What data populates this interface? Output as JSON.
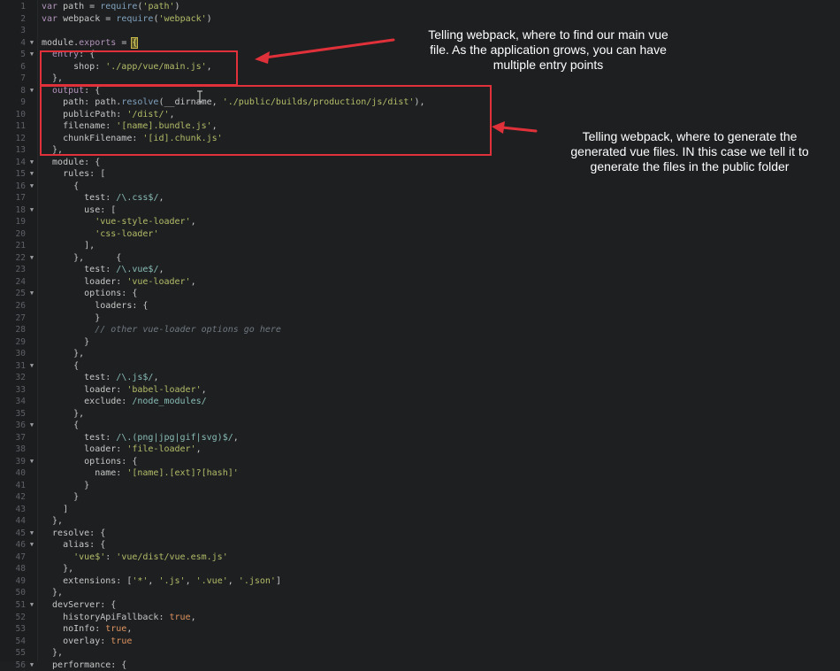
{
  "colors": {
    "background": "#1d1f21",
    "highlight_box": "#e0313a",
    "annotation_text": "#ffffff"
  },
  "annotations": [
    {
      "id": "entry",
      "lines": [
        "Telling webpack, where to find our main vue",
        "file. As the application grows, you can have",
        "multiple entry points"
      ]
    },
    {
      "id": "output",
      "lines": [
        "Telling webpack, where to generate the",
        "generated vue files. IN this case we tell it to",
        "generate the files in the public folder"
      ]
    }
  ],
  "code_lines": [
    {
      "n": "1",
      "fold": "",
      "tokens": [
        [
          "kw",
          "var"
        ],
        [
          "pun",
          " path = "
        ],
        [
          "fn",
          "require"
        ],
        [
          "pun",
          "("
        ],
        [
          "str",
          "'path'"
        ],
        [
          "pun",
          ")"
        ]
      ]
    },
    {
      "n": "2",
      "fold": "",
      "tokens": [
        [
          "kw",
          "var"
        ],
        [
          "pun",
          " webpack = "
        ],
        [
          "fn",
          "require"
        ],
        [
          "pun",
          "("
        ],
        [
          "str",
          "'webpack'"
        ],
        [
          "pun",
          ")"
        ]
      ]
    },
    {
      "n": "3",
      "fold": "",
      "tokens": []
    },
    {
      "n": "4",
      "fold": "▼",
      "tokens": [
        [
          "prop",
          "module"
        ],
        [
          "pun",
          "."
        ],
        [
          "kw",
          "exports"
        ],
        [
          "pun",
          " = "
        ],
        [
          "hl",
          "{"
        ]
      ]
    },
    {
      "n": "5",
      "fold": "▼",
      "tokens": [
        [
          "pun",
          "  "
        ],
        [
          "kw",
          "entry"
        ],
        [
          "pun",
          ": {"
        ]
      ]
    },
    {
      "n": "6",
      "fold": "",
      "tokens": [
        [
          "pun",
          "      shop: "
        ],
        [
          "str",
          "'./app/vue/main.js'"
        ],
        [
          "pun",
          ","
        ]
      ]
    },
    {
      "n": "7",
      "fold": "",
      "tokens": [
        [
          "pun",
          "  },"
        ]
      ]
    },
    {
      "n": "8",
      "fold": "▼",
      "tokens": [
        [
          "pun",
          "  "
        ],
        [
          "kw",
          "output"
        ],
        [
          "pun",
          ": {"
        ]
      ]
    },
    {
      "n": "9",
      "fold": "",
      "tokens": [
        [
          "pun",
          "    path: path."
        ],
        [
          "fn",
          "resolve"
        ],
        [
          "pun",
          "(__dirname, "
        ],
        [
          "str",
          "'./public/builds/production/js/dist'"
        ],
        [
          "pun",
          "),"
        ]
      ]
    },
    {
      "n": "10",
      "fold": "",
      "tokens": [
        [
          "pun",
          "    publicPath: "
        ],
        [
          "str",
          "'/dist/'"
        ],
        [
          "pun",
          ","
        ]
      ]
    },
    {
      "n": "11",
      "fold": "",
      "tokens": [
        [
          "pun",
          "    filename: "
        ],
        [
          "str",
          "'[name].bundle.js'"
        ],
        [
          "pun",
          ","
        ]
      ]
    },
    {
      "n": "12",
      "fold": "",
      "tokens": [
        [
          "pun",
          "    chunkFilename: "
        ],
        [
          "str",
          "'[id].chunk.js'"
        ]
      ]
    },
    {
      "n": "13",
      "fold": "",
      "tokens": [
        [
          "pun",
          "  },"
        ]
      ]
    },
    {
      "n": "14",
      "fold": "▼",
      "tokens": [
        [
          "pun",
          "  module: {"
        ]
      ]
    },
    {
      "n": "15",
      "fold": "▼",
      "tokens": [
        [
          "pun",
          "    rules: ["
        ]
      ]
    },
    {
      "n": "16",
      "fold": "▼",
      "tokens": [
        [
          "pun",
          "      {"
        ]
      ]
    },
    {
      "n": "17",
      "fold": "",
      "tokens": [
        [
          "pun",
          "        test: "
        ],
        [
          "rx",
          "/\\.css$/"
        ],
        [
          "pun",
          ","
        ]
      ]
    },
    {
      "n": "18",
      "fold": "▼",
      "tokens": [
        [
          "pun",
          "        use: ["
        ]
      ]
    },
    {
      "n": "19",
      "fold": "",
      "tokens": [
        [
          "pun",
          "          "
        ],
        [
          "str",
          "'vue-style-loader'"
        ],
        [
          "pun",
          ","
        ]
      ]
    },
    {
      "n": "20",
      "fold": "",
      "tokens": [
        [
          "pun",
          "          "
        ],
        [
          "str",
          "'css-loader'"
        ]
      ]
    },
    {
      "n": "21",
      "fold": "",
      "tokens": [
        [
          "pun",
          "        ],"
        ]
      ]
    },
    {
      "n": "22",
      "fold": "▼",
      "tokens": [
        [
          "pun",
          "      },      {"
        ]
      ]
    },
    {
      "n": "23",
      "fold": "",
      "tokens": [
        [
          "pun",
          "        test: "
        ],
        [
          "rx",
          "/\\.vue$/"
        ],
        [
          "pun",
          ","
        ]
      ]
    },
    {
      "n": "24",
      "fold": "",
      "tokens": [
        [
          "pun",
          "        loader: "
        ],
        [
          "str",
          "'vue-loader'"
        ],
        [
          "pun",
          ","
        ]
      ]
    },
    {
      "n": "25",
      "fold": "▼",
      "tokens": [
        [
          "pun",
          "        options: {"
        ]
      ]
    },
    {
      "n": "26",
      "fold": "",
      "tokens": [
        [
          "pun",
          "          loaders: {"
        ]
      ]
    },
    {
      "n": "27",
      "fold": "",
      "tokens": [
        [
          "pun",
          "          }"
        ]
      ]
    },
    {
      "n": "28",
      "fold": "",
      "tokens": [
        [
          "cm",
          "          // other vue-loader options go here"
        ]
      ]
    },
    {
      "n": "29",
      "fold": "",
      "tokens": [
        [
          "pun",
          "        }"
        ]
      ]
    },
    {
      "n": "30",
      "fold": "",
      "tokens": [
        [
          "pun",
          "      },"
        ]
      ]
    },
    {
      "n": "31",
      "fold": "▼",
      "tokens": [
        [
          "pun",
          "      {"
        ]
      ]
    },
    {
      "n": "32",
      "fold": "",
      "tokens": [
        [
          "pun",
          "        test: "
        ],
        [
          "rx",
          "/\\.js$/"
        ],
        [
          "pun",
          ","
        ]
      ]
    },
    {
      "n": "33",
      "fold": "",
      "tokens": [
        [
          "pun",
          "        loader: "
        ],
        [
          "str",
          "'babel-loader'"
        ],
        [
          "pun",
          ","
        ]
      ]
    },
    {
      "n": "34",
      "fold": "",
      "tokens": [
        [
          "pun",
          "        exclude: "
        ],
        [
          "rx",
          "/node_modules/"
        ]
      ]
    },
    {
      "n": "35",
      "fold": "",
      "tokens": [
        [
          "pun",
          "      },"
        ]
      ]
    },
    {
      "n": "36",
      "fold": "▼",
      "tokens": [
        [
          "pun",
          "      {"
        ]
      ]
    },
    {
      "n": "37",
      "fold": "",
      "tokens": [
        [
          "pun",
          "        test: "
        ],
        [
          "rx",
          "/\\.(png|jpg|gif|svg)$/"
        ],
        [
          "pun",
          ","
        ]
      ]
    },
    {
      "n": "38",
      "fold": "",
      "tokens": [
        [
          "pun",
          "        loader: "
        ],
        [
          "str",
          "'file-loader'"
        ],
        [
          "pun",
          ","
        ]
      ]
    },
    {
      "n": "39",
      "fold": "▼",
      "tokens": [
        [
          "pun",
          "        options: {"
        ]
      ]
    },
    {
      "n": "40",
      "fold": "",
      "tokens": [
        [
          "pun",
          "          name: "
        ],
        [
          "str",
          "'[name].[ext]?[hash]'"
        ]
      ]
    },
    {
      "n": "41",
      "fold": "",
      "tokens": [
        [
          "pun",
          "        }"
        ]
      ]
    },
    {
      "n": "42",
      "fold": "",
      "tokens": [
        [
          "pun",
          "      }"
        ]
      ]
    },
    {
      "n": "43",
      "fold": "",
      "tokens": [
        [
          "pun",
          "    ]"
        ]
      ]
    },
    {
      "n": "44",
      "fold": "",
      "tokens": [
        [
          "pun",
          "  },"
        ]
      ]
    },
    {
      "n": "45",
      "fold": "▼",
      "tokens": [
        [
          "pun",
          "  resolve: {"
        ]
      ]
    },
    {
      "n": "46",
      "fold": "▼",
      "tokens": [
        [
          "pun",
          "    alias: {"
        ]
      ]
    },
    {
      "n": "47",
      "fold": "",
      "tokens": [
        [
          "pun",
          "      "
        ],
        [
          "str",
          "'vue$'"
        ],
        [
          "pun",
          ": "
        ],
        [
          "str",
          "'vue/dist/vue.esm.js'"
        ]
      ]
    },
    {
      "n": "48",
      "fold": "",
      "tokens": [
        [
          "pun",
          "    },"
        ]
      ]
    },
    {
      "n": "49",
      "fold": "",
      "tokens": [
        [
          "pun",
          "    extensions: ["
        ],
        [
          "str",
          "'*'"
        ],
        [
          "pun",
          ", "
        ],
        [
          "str",
          "'.js'"
        ],
        [
          "pun",
          ", "
        ],
        [
          "str",
          "'.vue'"
        ],
        [
          "pun",
          ", "
        ],
        [
          "str",
          "'.json'"
        ],
        [
          "pun",
          "]"
        ]
      ]
    },
    {
      "n": "50",
      "fold": "",
      "tokens": [
        [
          "pun",
          "  },"
        ]
      ]
    },
    {
      "n": "51",
      "fold": "▼",
      "tokens": [
        [
          "pun",
          "  devServer: {"
        ]
      ]
    },
    {
      "n": "52",
      "fold": "",
      "tokens": [
        [
          "pun",
          "    historyApiFallback: "
        ],
        [
          "bool",
          "true"
        ],
        [
          "pun",
          ","
        ]
      ]
    },
    {
      "n": "53",
      "fold": "",
      "tokens": [
        [
          "pun",
          "    noInfo: "
        ],
        [
          "bool",
          "true"
        ],
        [
          "pun",
          ","
        ]
      ]
    },
    {
      "n": "54",
      "fold": "",
      "tokens": [
        [
          "pun",
          "    overlay: "
        ],
        [
          "bool",
          "true"
        ]
      ]
    },
    {
      "n": "55",
      "fold": "",
      "tokens": [
        [
          "pun",
          "  },"
        ]
      ]
    },
    {
      "n": "56",
      "fold": "▼",
      "tokens": [
        [
          "pun",
          "  performance: {"
        ]
      ]
    }
  ]
}
